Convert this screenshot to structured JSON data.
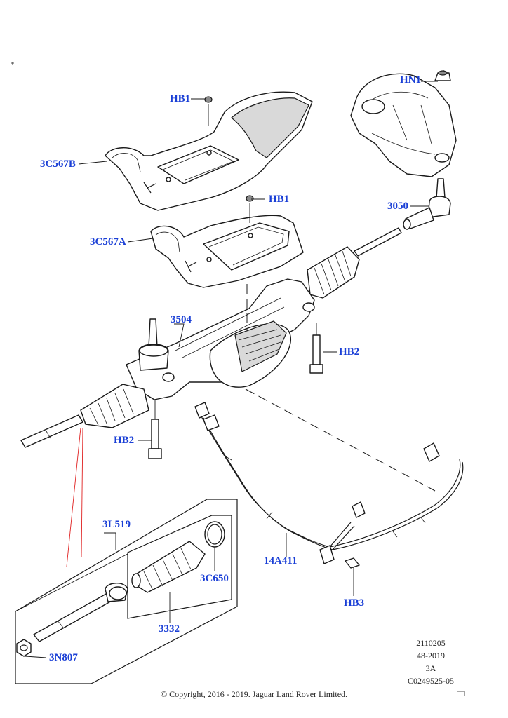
{
  "callouts": {
    "hn1": "HN1",
    "hb1_top": "HB1",
    "hb1_mid": "HB1",
    "c3c567b": "3C567B",
    "c3c567a": "3C567A",
    "c3050": "3050",
    "c3504": "3504",
    "hb2_right": "HB2",
    "hb2_left": "HB2",
    "c3l519": "3L519",
    "c3c650": "3C650",
    "c3332": "3332",
    "c3n807": "3N807",
    "c14a411": "14A411",
    "hb3": "HB3"
  },
  "reference": {
    "line1": "2110205",
    "line2": "48-2019",
    "line3": "3A",
    "line4": "C0249525-05"
  },
  "copyright": "© Copyright, 2016 - 2019. Jaguar Land Rover Limited.",
  "colors": {
    "callout": "#1a3fd6",
    "lines": "#1a1a1a",
    "red_leader": "#e02020"
  }
}
